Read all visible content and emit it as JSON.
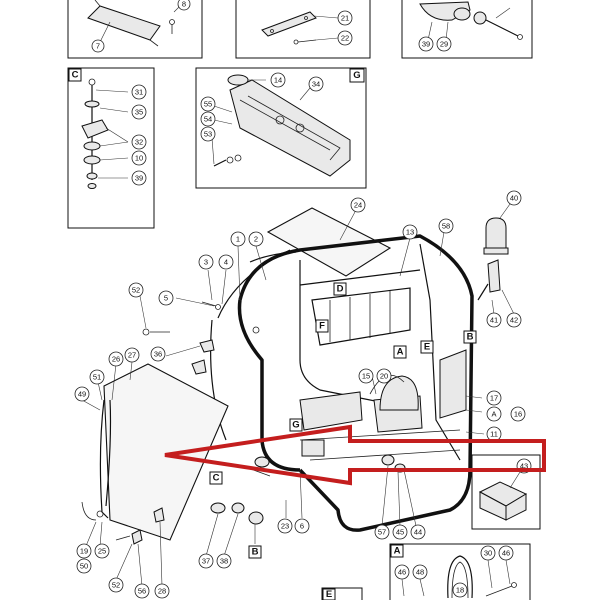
{
  "insets": {
    "top_left": {
      "callouts": [
        "8",
        "7"
      ]
    },
    "top_mid": {
      "callouts": [
        "21",
        "22"
      ]
    },
    "top_right": {
      "callouts": [
        "39",
        "29"
      ]
    },
    "C": {
      "letter": "C",
      "callouts": [
        "31",
        "35",
        "32",
        "10",
        "39"
      ]
    },
    "G": {
      "letter": "G",
      "callouts": [
        "14",
        "34",
        "55",
        "54",
        "53"
      ]
    },
    "part43": {
      "callouts": [
        "43"
      ]
    },
    "A_bottom": {
      "letter": "A",
      "callouts": [
        "30",
        "46",
        "46",
        "48",
        "18"
      ]
    },
    "E_bottom": {
      "letter": "E"
    }
  },
  "main": {
    "callouts": [
      "1",
      "2",
      "24",
      "13",
      "58",
      "40",
      "3",
      "4",
      "52",
      "5",
      "36",
      "26",
      "27",
      "51",
      "49",
      "15",
      "20",
      "17",
      "16",
      "11",
      "41",
      "42",
      "6",
      "23",
      "57",
      "45",
      "44",
      "19",
      "50",
      "25",
      "52",
      "56",
      "28",
      "37",
      "38"
    ],
    "letters": [
      "D",
      "F",
      "A",
      "E",
      "B",
      "A",
      "G",
      "C",
      "B"
    ]
  },
  "arrow": {
    "color": "#c41e1e"
  }
}
